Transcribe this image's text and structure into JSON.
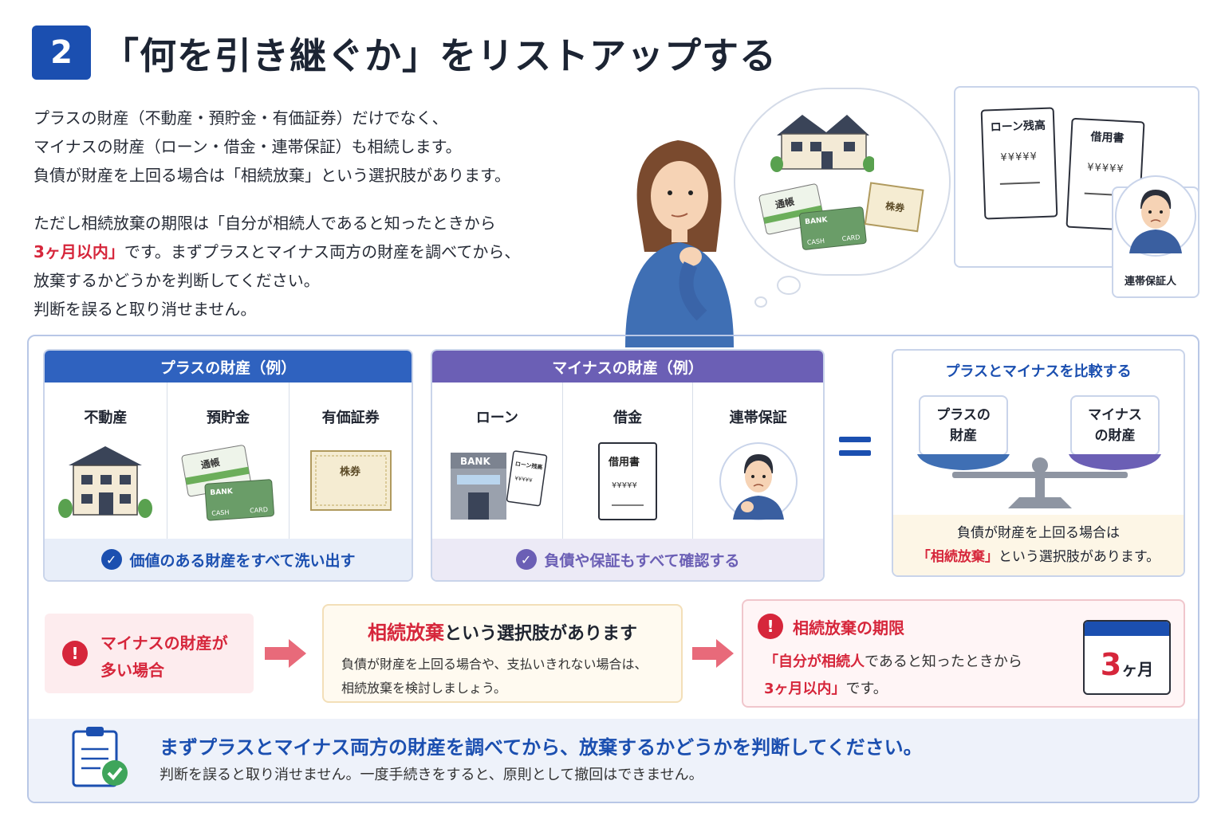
{
  "header": {
    "step": "2",
    "title": "「何を引き継ぐか」をリストアップする"
  },
  "intro": {
    "line1": "プラスの財産（不動産・預貯金・有価証券）だけでなく、",
    "line2": "マイナスの財産（ローン・借金・連帯保証）も相続します。",
    "line3": "負債が財産を上回る場合は「相続放棄」という選択肢があります。",
    "line4": "ただし相続放棄の期限は「自分が相続人であると知ったときから",
    "line5_red": "3ヶ月以内」",
    "line5_rest": "です。まずプラスとマイナス両方の財産を調べてから、",
    "line6": "放棄するかどうかを判断してください。",
    "line7": "判断を誤ると取り消せません。"
  },
  "illustration": {
    "bankbook": "通帳",
    "card_bank": "BANK",
    "card_cash": "CASH",
    "card_card": "CARD",
    "stock": "株券",
    "loan_doc": "ローン残高",
    "loan_doc_amount": "¥¥¥¥¥",
    "iou_doc": "借用書",
    "iou_doc_amount": "¥¥¥¥¥",
    "guarantor_label": "連帯保証人"
  },
  "plus_panel": {
    "header": "プラスの財産（例）",
    "items": [
      "不動産",
      "預貯金",
      "有価証券"
    ],
    "bankbook": "通帳",
    "card_bank": "BANK",
    "card_cash": "CASH",
    "card_card": "CARD",
    "stock": "株券",
    "footer": "価値のある財産をすべて洗い出す",
    "color": "#2f62bf"
  },
  "minus_panel": {
    "header": "マイナスの財産（例）",
    "items": [
      "ローン",
      "借金",
      "連帯保証"
    ],
    "bank_sign": "BANK",
    "loan_doc": "ローン残高",
    "loan_doc_amount": "¥¥¥¥¥",
    "iou_doc": "借用書",
    "iou_doc_amount": "¥¥¥¥¥",
    "footer": "負債や保証もすべて確認する",
    "color": "#6b5fb5"
  },
  "compare": {
    "title": "プラスとマイナスを比較する",
    "plus_line1": "プラスの",
    "plus_line2": "財産",
    "minus_line1": "マイナス",
    "minus_line2": "の財産",
    "footer_line1": "負債が財産を上回る場合は",
    "footer_red": "「相続放棄」",
    "footer_rest": "という選択肢があります。"
  },
  "flow": {
    "alert_line1": "マイナスの財産が",
    "alert_line2": "多い場合",
    "choice_title_red": "相続放棄",
    "choice_title_rest": "という選択肢があります",
    "choice_desc1": "負債が財産を上回る場合や、支払いきれない場合は、",
    "choice_desc2": "相続放棄を検討しましょう。",
    "deadline_title": "相続放棄の期限",
    "deadline_red1": "「自分が相続人",
    "deadline_rest1": "であると知ったときから",
    "deadline_red2": "3ヶ月以内」",
    "deadline_rest2": "です。",
    "calendar_num": "3",
    "calendar_unit": "ヶ月"
  },
  "banner": {
    "main": "まずプラスとマイナス両方の財産を調べてから、放棄するかどうかを判断してください。",
    "sub": "判断を誤ると取り消せません。一度手続きをすると、原則として撤回はできません。"
  },
  "colors": {
    "brand_blue": "#1b4fb0",
    "alert_red": "#d6263b",
    "minus_purple": "#6b5fb5"
  }
}
